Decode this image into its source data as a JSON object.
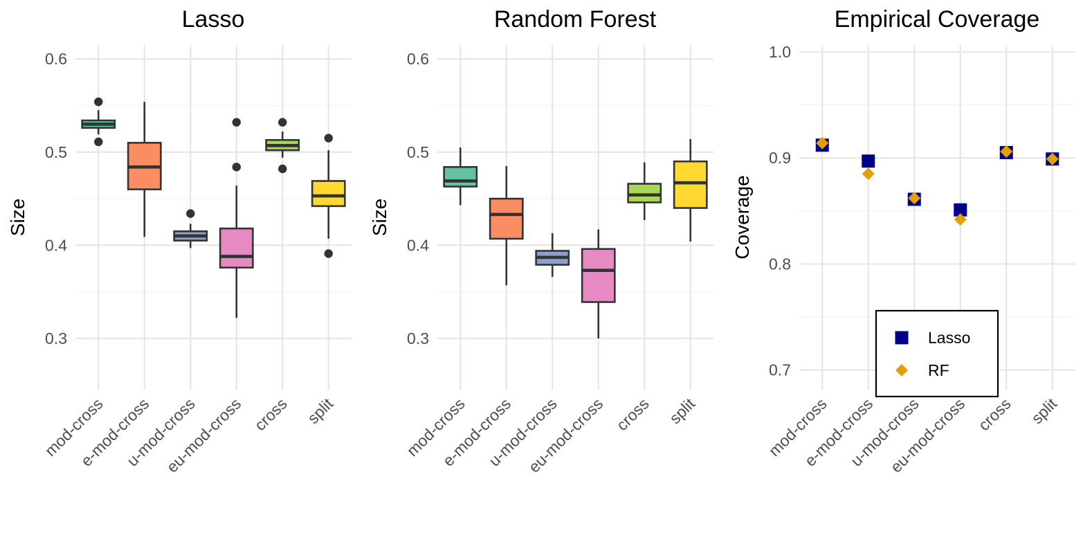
{
  "chart_data": [
    {
      "type": "box",
      "title": "Lasso",
      "ylabel": "Size",
      "ylim": [
        0.245,
        0.615
      ],
      "yticks": [
        0.3,
        0.4,
        0.5,
        0.6
      ],
      "ytick_labels": [
        "0.3",
        "0.4",
        "0.5",
        "0.6"
      ],
      "categories": [
        "mod-cross",
        "e-mod-cross",
        "u-mod-cross",
        "eu-mod-cross",
        "cross",
        "split"
      ],
      "colors": [
        "#66c2a5",
        "#fc8d62",
        "#8da0cb",
        "#e78ac3",
        "#a6d854",
        "#ffd92f"
      ],
      "boxes": [
        {
          "q1": 0.526,
          "median": 0.53,
          "q3": 0.534,
          "whisker_low": 0.519,
          "whisker_high": 0.545,
          "outliers": [
            0.554,
            0.511
          ]
        },
        {
          "q1": 0.46,
          "median": 0.484,
          "q3": 0.51,
          "whisker_low": 0.409,
          "whisker_high": 0.554,
          "outliers": []
        },
        {
          "q1": 0.405,
          "median": 0.41,
          "q3": 0.415,
          "whisker_low": 0.397,
          "whisker_high": 0.423,
          "outliers": [
            0.434
          ]
        },
        {
          "q1": 0.376,
          "median": 0.388,
          "q3": 0.418,
          "whisker_low": 0.322,
          "whisker_high": 0.464,
          "outliers": [
            0.532,
            0.484
          ]
        },
        {
          "q1": 0.502,
          "median": 0.507,
          "q3": 0.513,
          "whisker_low": 0.494,
          "whisker_high": 0.522,
          "outliers": [
            0.532,
            0.482
          ]
        },
        {
          "q1": 0.442,
          "median": 0.453,
          "q3": 0.469,
          "whisker_low": 0.407,
          "whisker_high": 0.502,
          "outliers": [
            0.515,
            0.391
          ]
        }
      ]
    },
    {
      "type": "box",
      "title": "Random Forest",
      "ylabel": "Size",
      "ylim": [
        0.245,
        0.615
      ],
      "yticks": [
        0.3,
        0.4,
        0.5,
        0.6
      ],
      "ytick_labels": [
        "0.3",
        "0.4",
        "0.5",
        "0.6"
      ],
      "categories": [
        "mod-cross",
        "e-mod-cross",
        "u-mod-cross",
        "eu-mod-cross",
        "cross",
        "split"
      ],
      "colors": [
        "#66c2a5",
        "#fc8d62",
        "#8da0cb",
        "#e78ac3",
        "#a6d854",
        "#ffd92f"
      ],
      "boxes": [
        {
          "q1": 0.463,
          "median": 0.469,
          "q3": 0.484,
          "whisker_low": 0.443,
          "whisker_high": 0.505,
          "outliers": []
        },
        {
          "q1": 0.407,
          "median": 0.433,
          "q3": 0.45,
          "whisker_low": 0.357,
          "whisker_high": 0.485,
          "outliers": []
        },
        {
          "q1": 0.379,
          "median": 0.387,
          "q3": 0.394,
          "whisker_low": 0.366,
          "whisker_high": 0.413,
          "outliers": []
        },
        {
          "q1": 0.339,
          "median": 0.373,
          "q3": 0.396,
          "whisker_low": 0.3,
          "whisker_high": 0.417,
          "outliers": []
        },
        {
          "q1": 0.446,
          "median": 0.454,
          "q3": 0.466,
          "whisker_low": 0.427,
          "whisker_high": 0.489,
          "outliers": []
        },
        {
          "q1": 0.44,
          "median": 0.467,
          "q3": 0.49,
          "whisker_low": 0.404,
          "whisker_high": 0.514,
          "outliers": []
        }
      ]
    },
    {
      "type": "scatter",
      "title": "Empirical Coverage",
      "ylabel": "Coverage",
      "ylim": [
        0.6815,
        1.0065
      ],
      "yticks": [
        0.7,
        0.8,
        0.9,
        1.0
      ],
      "ytick_labels": [
        "0.7",
        "0.8",
        "0.9",
        "1.0"
      ],
      "categories": [
        "mod-cross",
        "e-mod-cross",
        "u-mod-cross",
        "eu-mod-cross",
        "cross",
        "split"
      ],
      "series": [
        {
          "name": "Lasso",
          "marker": "square",
          "color": "#00008b",
          "values": [
            0.912,
            0.897,
            0.861,
            0.851,
            0.905,
            0.899
          ]
        },
        {
          "name": "RF",
          "marker": "diamond",
          "color": "#e69f00",
          "values": [
            0.914,
            0.885,
            0.862,
            0.842,
            0.906,
            0.899
          ]
        }
      ],
      "legend": "inside bottom-right"
    }
  ]
}
